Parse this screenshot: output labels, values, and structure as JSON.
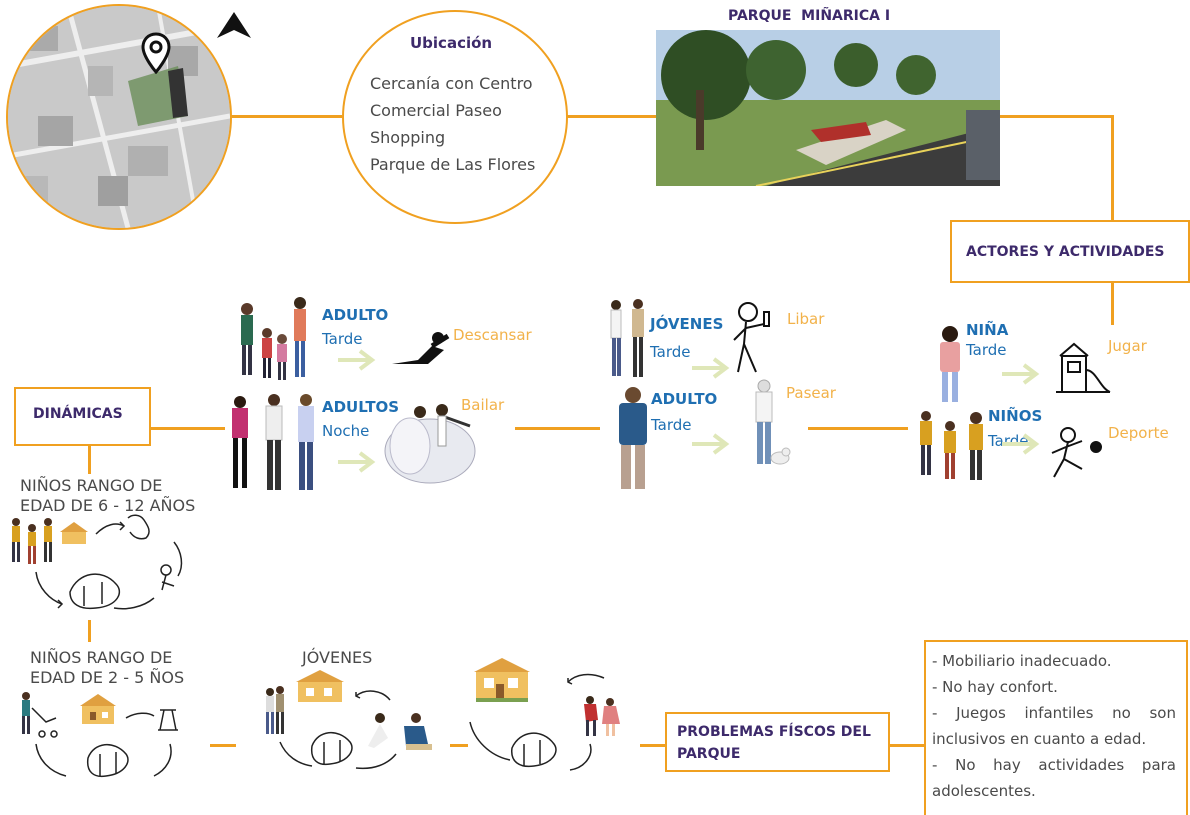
{
  "header": {
    "ubicacion_title": "Ubicación",
    "ubicacion_lines": [
      "Cercanía con Centro",
      "Comercial Paseo",
      "Shopping",
      "Parque de Las Flores"
    ],
    "park_title": "PARQUE  MIÑARICA I"
  },
  "actores": {
    "title": "ACTORES Y ACTIVIDADES"
  },
  "dinamicas": {
    "title": "DINÁMICAS"
  },
  "actors": [
    {
      "group": "ADULTO",
      "time": "Tarde",
      "activity": "Descansar"
    },
    {
      "group": "ADULTOS",
      "time": "Noche",
      "activity": "Bailar"
    },
    {
      "group": "JÓVENES",
      "time": "Tarde",
      "activity": "Libar"
    },
    {
      "group": "ADULTO",
      "time": "Tarde",
      "activity": "Pasear"
    },
    {
      "group": "NIÑA",
      "time": "Tarde",
      "activity": "Jugar"
    },
    {
      "group": "NIÑOS",
      "time": "Tarde",
      "activity": "Deporte"
    }
  ],
  "dynamics": {
    "kids_6_12": [
      "NIÑOS RANGO DE",
      "EDAD DE 6 - 12 AÑOS"
    ],
    "kids_2_5": [
      "NIÑOS RANGO DE",
      "EDAD DE 2 - 5 ÑOS"
    ],
    "jovenes": "JÓVENES"
  },
  "problems": {
    "title_lines": [
      "PROBLEMAS FÍSCOS DEL",
      "PARQUE"
    ],
    "items": [
      "- Mobiliario inadecuado.",
      "- No hay confort.",
      "- Juegos infantiles no son",
      "inclusivos en cuanto a edad.",
      "- No hay actividades para",
      "adolescentes."
    ]
  },
  "colors": {
    "accent": "#F0A020",
    "title": "#3D2A6B",
    "actor": "#1F6FB2",
    "activity": "#F2B24A"
  },
  "icons": [
    "map-pin-icon",
    "north-arrow-icon",
    "reclining-person-icon",
    "dancers-icon",
    "drinking-person-icon",
    "walking-dog-icon",
    "playground-icon",
    "football-player-icon",
    "house-icon",
    "cycle-arrow-icon",
    "swing-icon"
  ]
}
